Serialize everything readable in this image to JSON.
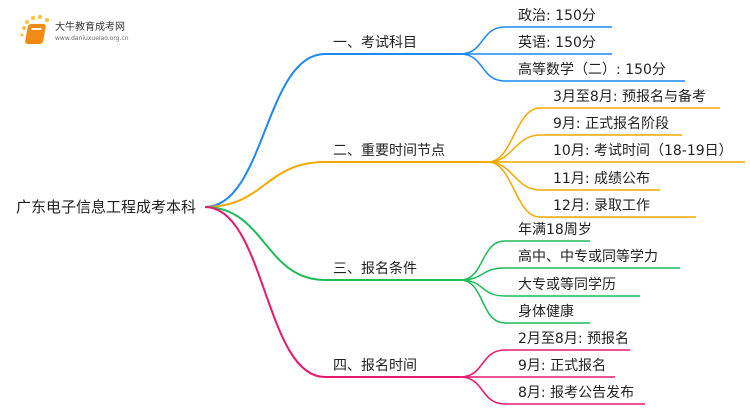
{
  "logo": {
    "title": "大牛教育成考网",
    "url": "www.daniuxueiao.org.cn"
  },
  "root": {
    "label": "广东电子信息工程成考本科"
  },
  "colors": {
    "b1": "#1e88f5",
    "b2": "#f5a800",
    "b3": "#1dbb5a",
    "b4": "#e8186e"
  },
  "branches": [
    {
      "label": "一、考试科目",
      "leaves": [
        "政治: 150分",
        "英语: 150分",
        "高等数学（二）: 150分"
      ]
    },
    {
      "label": "二、重要时间节点",
      "leaves": [
        "3月至8月: 预报名与备考",
        "9月: 正式报名阶段",
        "10月: 考试时间（18-19日）",
        "11月: 成绩公布",
        "12月: 录取工作"
      ]
    },
    {
      "label": "三、报名条件",
      "leaves": [
        "年满18周岁",
        "高中、中专或同等学力",
        "大专或等同学历",
        "身体健康"
      ]
    },
    {
      "label": "四、报名时间",
      "leaves": [
        "2月至8月: 预报名",
        "9月: 正式报名",
        "8月: 报考公告发布"
      ]
    }
  ]
}
